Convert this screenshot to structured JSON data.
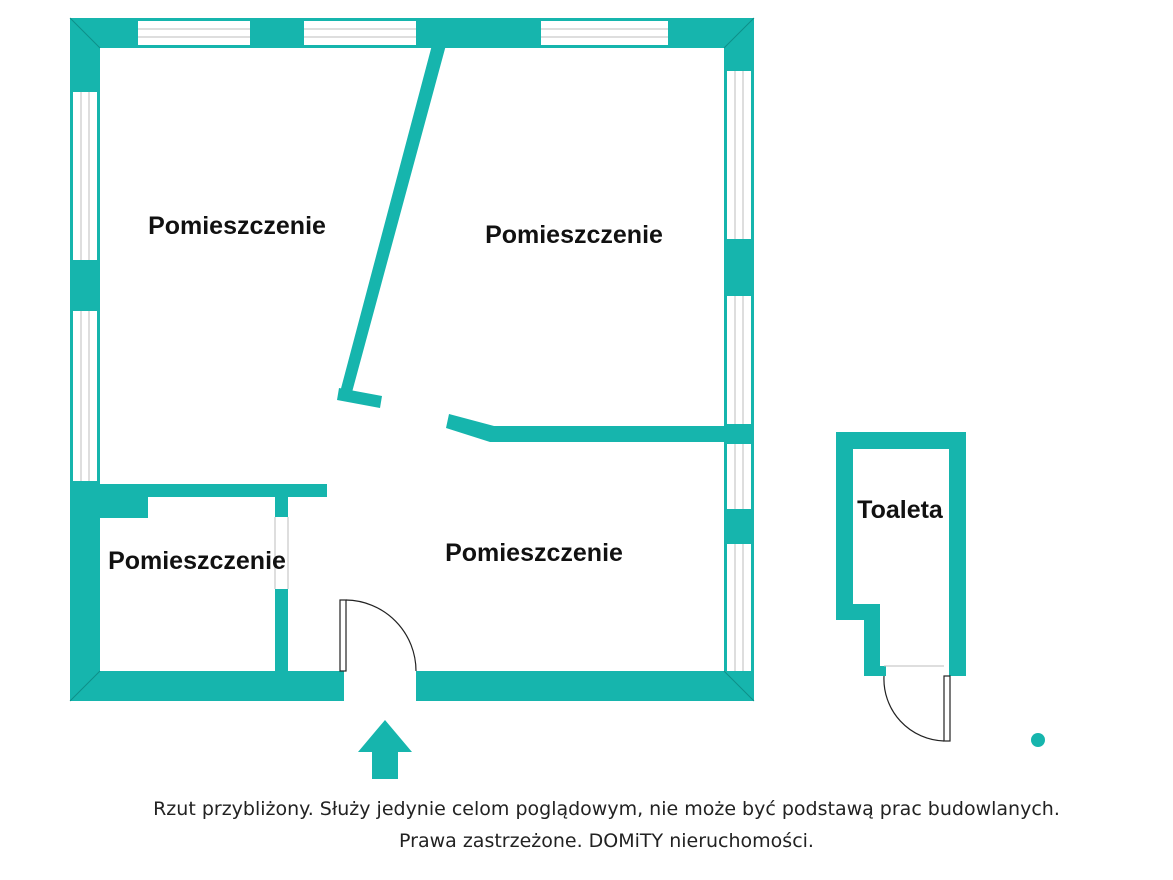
{
  "plan": {
    "wall_color": "#16b5ad",
    "window_color": "#ffffff",
    "window_line_color": "#bcbcbc",
    "rooms": [
      {
        "id": "room-top-left",
        "label": "Pomieszczenie"
      },
      {
        "id": "room-top-right",
        "label": "Pomieszczenie"
      },
      {
        "id": "room-bottom-left",
        "label": "Pomieszczenie"
      },
      {
        "id": "room-bottom-center",
        "label": "Pomieszczenie"
      },
      {
        "id": "toilet",
        "label": "Toaleta"
      }
    ],
    "entrance_arrow": "up-arrow-icon"
  },
  "disclaimer": {
    "line1": "Rzut przybliżony. Służy jedynie celom poglądowym, nie może być podstawą prac budowlanych.",
    "line2": "Prawa zastrzeżone. DOMiTY nieruchomości."
  }
}
